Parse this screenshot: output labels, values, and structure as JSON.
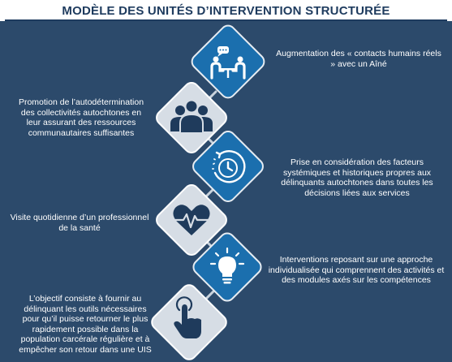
{
  "title": "MODÈLE DES UNITÉS D’INTERVENTION STRUCTURÉE",
  "colors": {
    "background": "#2c4a6b",
    "title_text": "#1e3b5e",
    "diamond_blue": "#1b6fae",
    "diamond_light": "#d6dde5",
    "icon_dark": "#1f3b5c",
    "connector": "#c8d2dc"
  },
  "steps": [
    {
      "icon": "meeting-icon",
      "variant": "blue",
      "side": "right",
      "text": "Augmentation des « contacts humains réels » avec un Aîné"
    },
    {
      "icon": "community-icon",
      "variant": "light",
      "side": "left",
      "text": "Promotion de l’autodétermination des collectivités autochtones en leur assurant des ressources communautaires suffisantes"
    },
    {
      "icon": "history-clock-icon",
      "variant": "blue",
      "side": "right",
      "text": "Prise en considération des facteurs systémiques et historiques propres aux délinquants autochtones dans toutes les décisions liées aux services"
    },
    {
      "icon": "heartbeat-icon",
      "variant": "light",
      "side": "left",
      "text": "Visite quotidienne d’un professionnel de la santé"
    },
    {
      "icon": "lightbulb-icon",
      "variant": "blue",
      "side": "right",
      "text": "Interventions reposant sur une approche individualisée qui comprennent des activités et des modules axés sur les compétences"
    },
    {
      "icon": "touch-hand-icon",
      "variant": "light",
      "side": "left",
      "text": "L’objectif consiste à fournir au délinquant les outils nécessaires pour qu’il puisse retourner le plus rapidement possible dans la population carcérale régulière et à empêcher son retour dans une UIS"
    }
  ]
}
